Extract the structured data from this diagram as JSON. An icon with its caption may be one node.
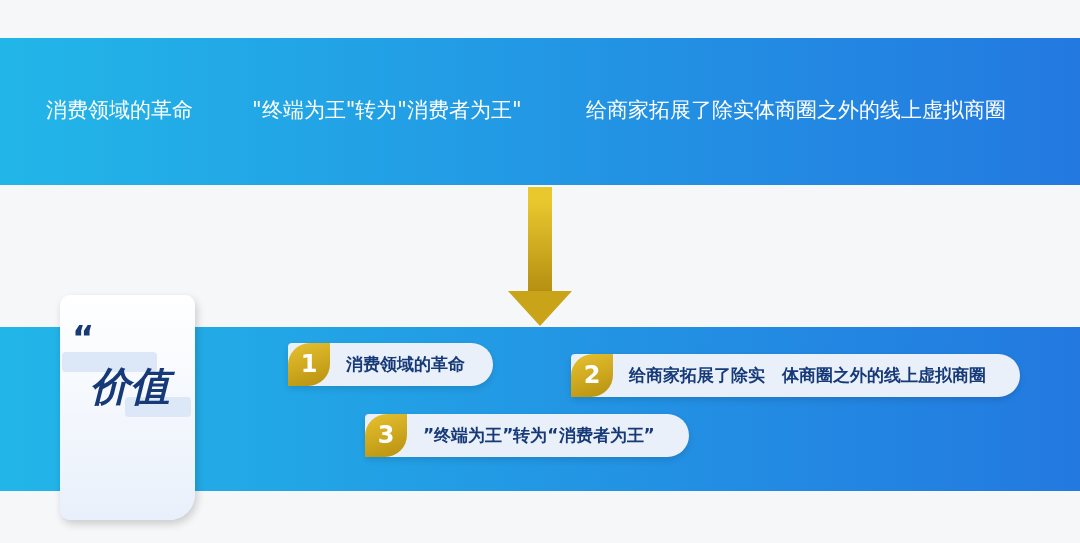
{
  "diagram": {
    "nodes": [
      {
        "text": [
          "消费领域的革命",
          "\"终端为王\"转为\"消费者为王\"",
          "给商家拓展了除实体商圈之外的线上虚拟商圈"
        ]
      },
      {
        "text": [],
        "shape": "box"
      },
      {
        "text": [
          "“",
          "价值"
        ]
      },
      {
        "text": [
          "1",
          "消费领域的革命"
        ],
        "in": 1
      },
      {
        "text": [
          "2",
          "给商家拓展了除实　体商圈之外的线上虚拟商圈"
        ],
        "in": 1
      },
      {
        "text": [
          "3",
          "”终端为王”转为“消费者为王”"
        ],
        "in": 1
      }
    ],
    "edges": [
      {
        "from": 0,
        "to": 1,
        "arrow": "to"
      }
    ]
  }
}
